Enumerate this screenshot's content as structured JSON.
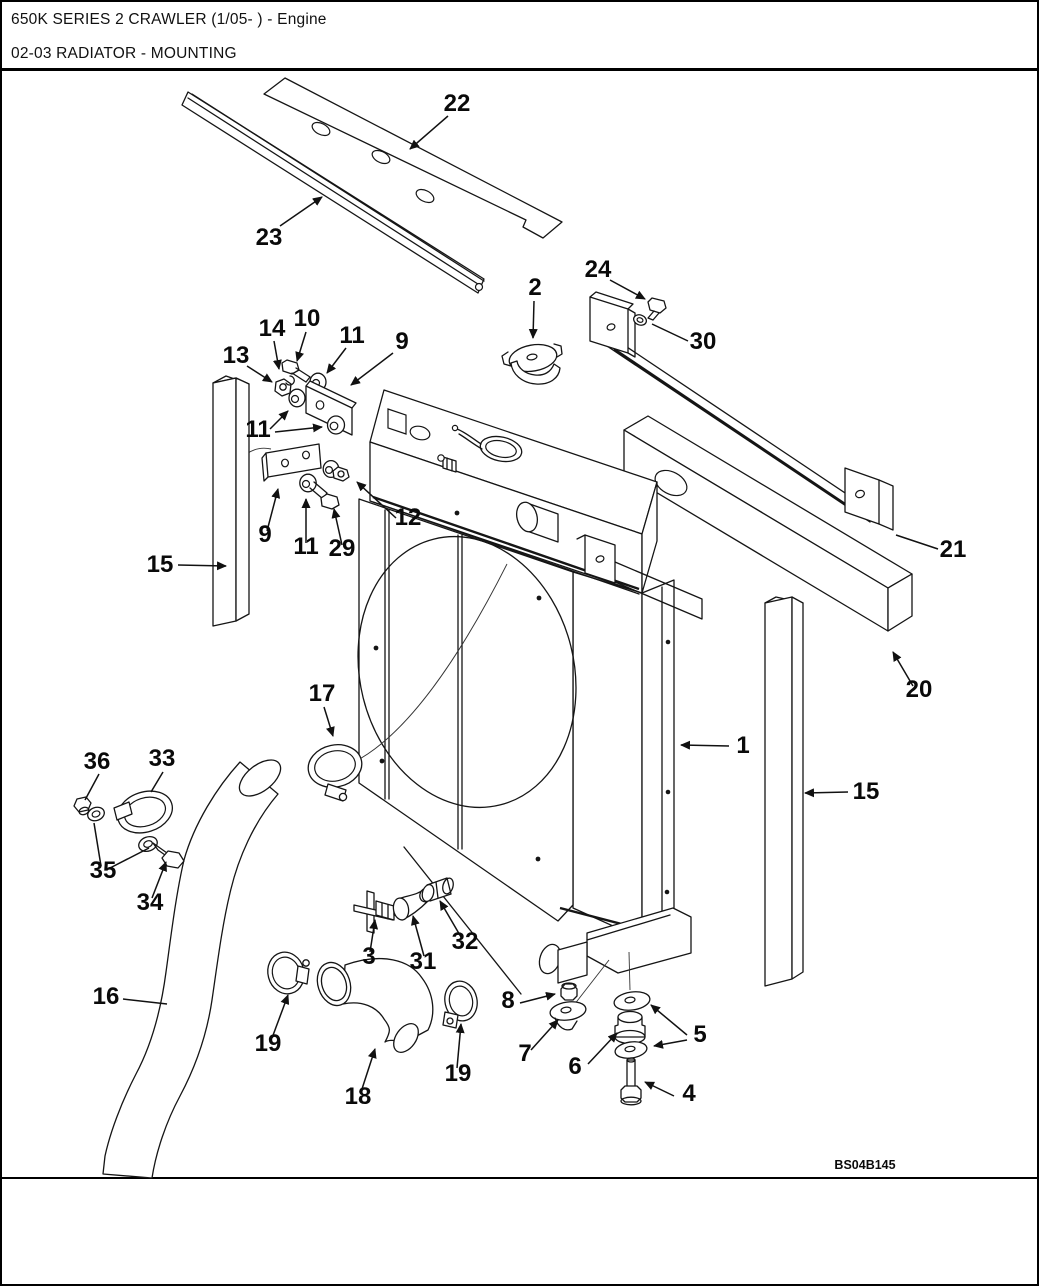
{
  "header": {
    "line1": "650K SERIES 2 CRAWLER (1/05- ) - Engine",
    "line2": "02-03 RADIATOR - MOUNTING"
  },
  "figure": {
    "code": "BS04B145"
  },
  "colors": {
    "line": "#151515",
    "background": "#ffffff",
    "border": "#000000"
  },
  "callouts": [
    {
      "label": "22"
    },
    {
      "label": "23"
    },
    {
      "label": "2"
    },
    {
      "label": "24"
    },
    {
      "label": "30"
    },
    {
      "label": "13"
    },
    {
      "label": "14"
    },
    {
      "label": "10"
    },
    {
      "label": "11"
    },
    {
      "label": "9"
    },
    {
      "label": "11"
    },
    {
      "label": "9"
    },
    {
      "label": "11"
    },
    {
      "label": "29"
    },
    {
      "label": "12"
    },
    {
      "label": "15"
    },
    {
      "label": "21"
    },
    {
      "label": "20"
    },
    {
      "label": "1"
    },
    {
      "label": "15"
    },
    {
      "label": "17"
    },
    {
      "label": "36"
    },
    {
      "label": "33"
    },
    {
      "label": "35"
    },
    {
      "label": "34"
    },
    {
      "label": "3"
    },
    {
      "label": "31"
    },
    {
      "label": "32"
    },
    {
      "label": "16"
    },
    {
      "label": "19"
    },
    {
      "label": "18"
    },
    {
      "label": "19"
    },
    {
      "label": "8"
    },
    {
      "label": "7"
    },
    {
      "label": "6"
    },
    {
      "label": "5"
    },
    {
      "label": "4"
    }
  ]
}
